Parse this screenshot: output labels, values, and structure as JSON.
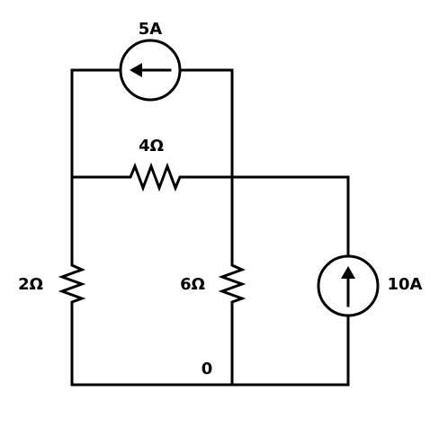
{
  "components": {
    "current_source_top": {
      "label": "5A",
      "direction": "left"
    },
    "resistor_top": {
      "label": "4Ω"
    },
    "resistor_left": {
      "label": "2Ω"
    },
    "resistor_middle": {
      "label": "6Ω"
    },
    "current_source_right": {
      "label": "10A",
      "direction": "up"
    }
  },
  "nodes": {
    "ground": {
      "label": "0"
    }
  }
}
